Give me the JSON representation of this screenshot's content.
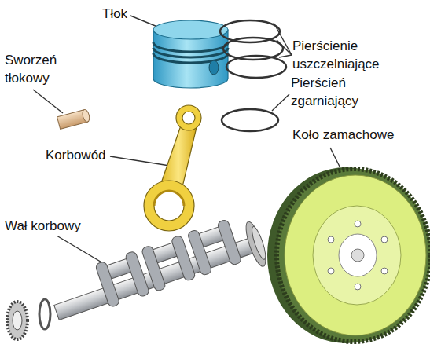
{
  "diagram": {
    "labels": [
      "Tłok",
      "Pierścienie uszczelniające",
      "Sworzeń tłokowy",
      "Pierścień zgarniający",
      "Koło zamachowe",
      "Korbowód",
      "Wał korbowy"
    ]
  }
}
